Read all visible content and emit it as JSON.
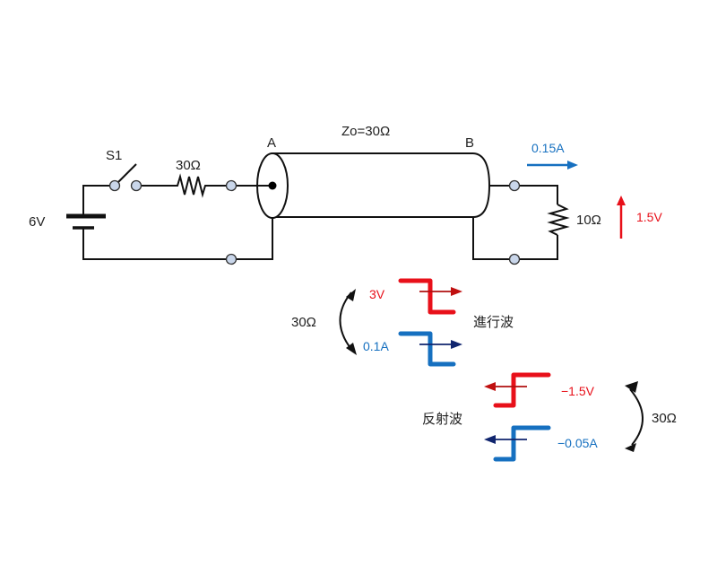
{
  "diagram": {
    "title": "Transmission line incident and reflected waves",
    "source": {
      "voltage_label": "6V"
    },
    "switch": {
      "label": "S1"
    },
    "source_resistor": {
      "label": "30Ω"
    },
    "line": {
      "impedance_label": "Zo=30Ω",
      "end_a_label": "A",
      "end_b_label": "B"
    },
    "load": {
      "resistor_label": "10Ω",
      "current_label": "0.15A",
      "voltage_label": "1.5V"
    },
    "incident_wave": {
      "title": "進行波",
      "voltage_label": "3V",
      "current_label": "0.1A",
      "impedance_label": "30Ω"
    },
    "reflected_wave": {
      "title": "反射波",
      "voltage_label": "−1.5V",
      "current_label": "−0.05A",
      "impedance_label": "30Ω"
    },
    "colors": {
      "voltage": "#e8101a",
      "current": "#1670c0",
      "arrow_dark_red": "#b01010",
      "arrow_dark_blue": "#10256e",
      "wire": "#111111",
      "terminal_fill": "#c9d6ea"
    }
  }
}
